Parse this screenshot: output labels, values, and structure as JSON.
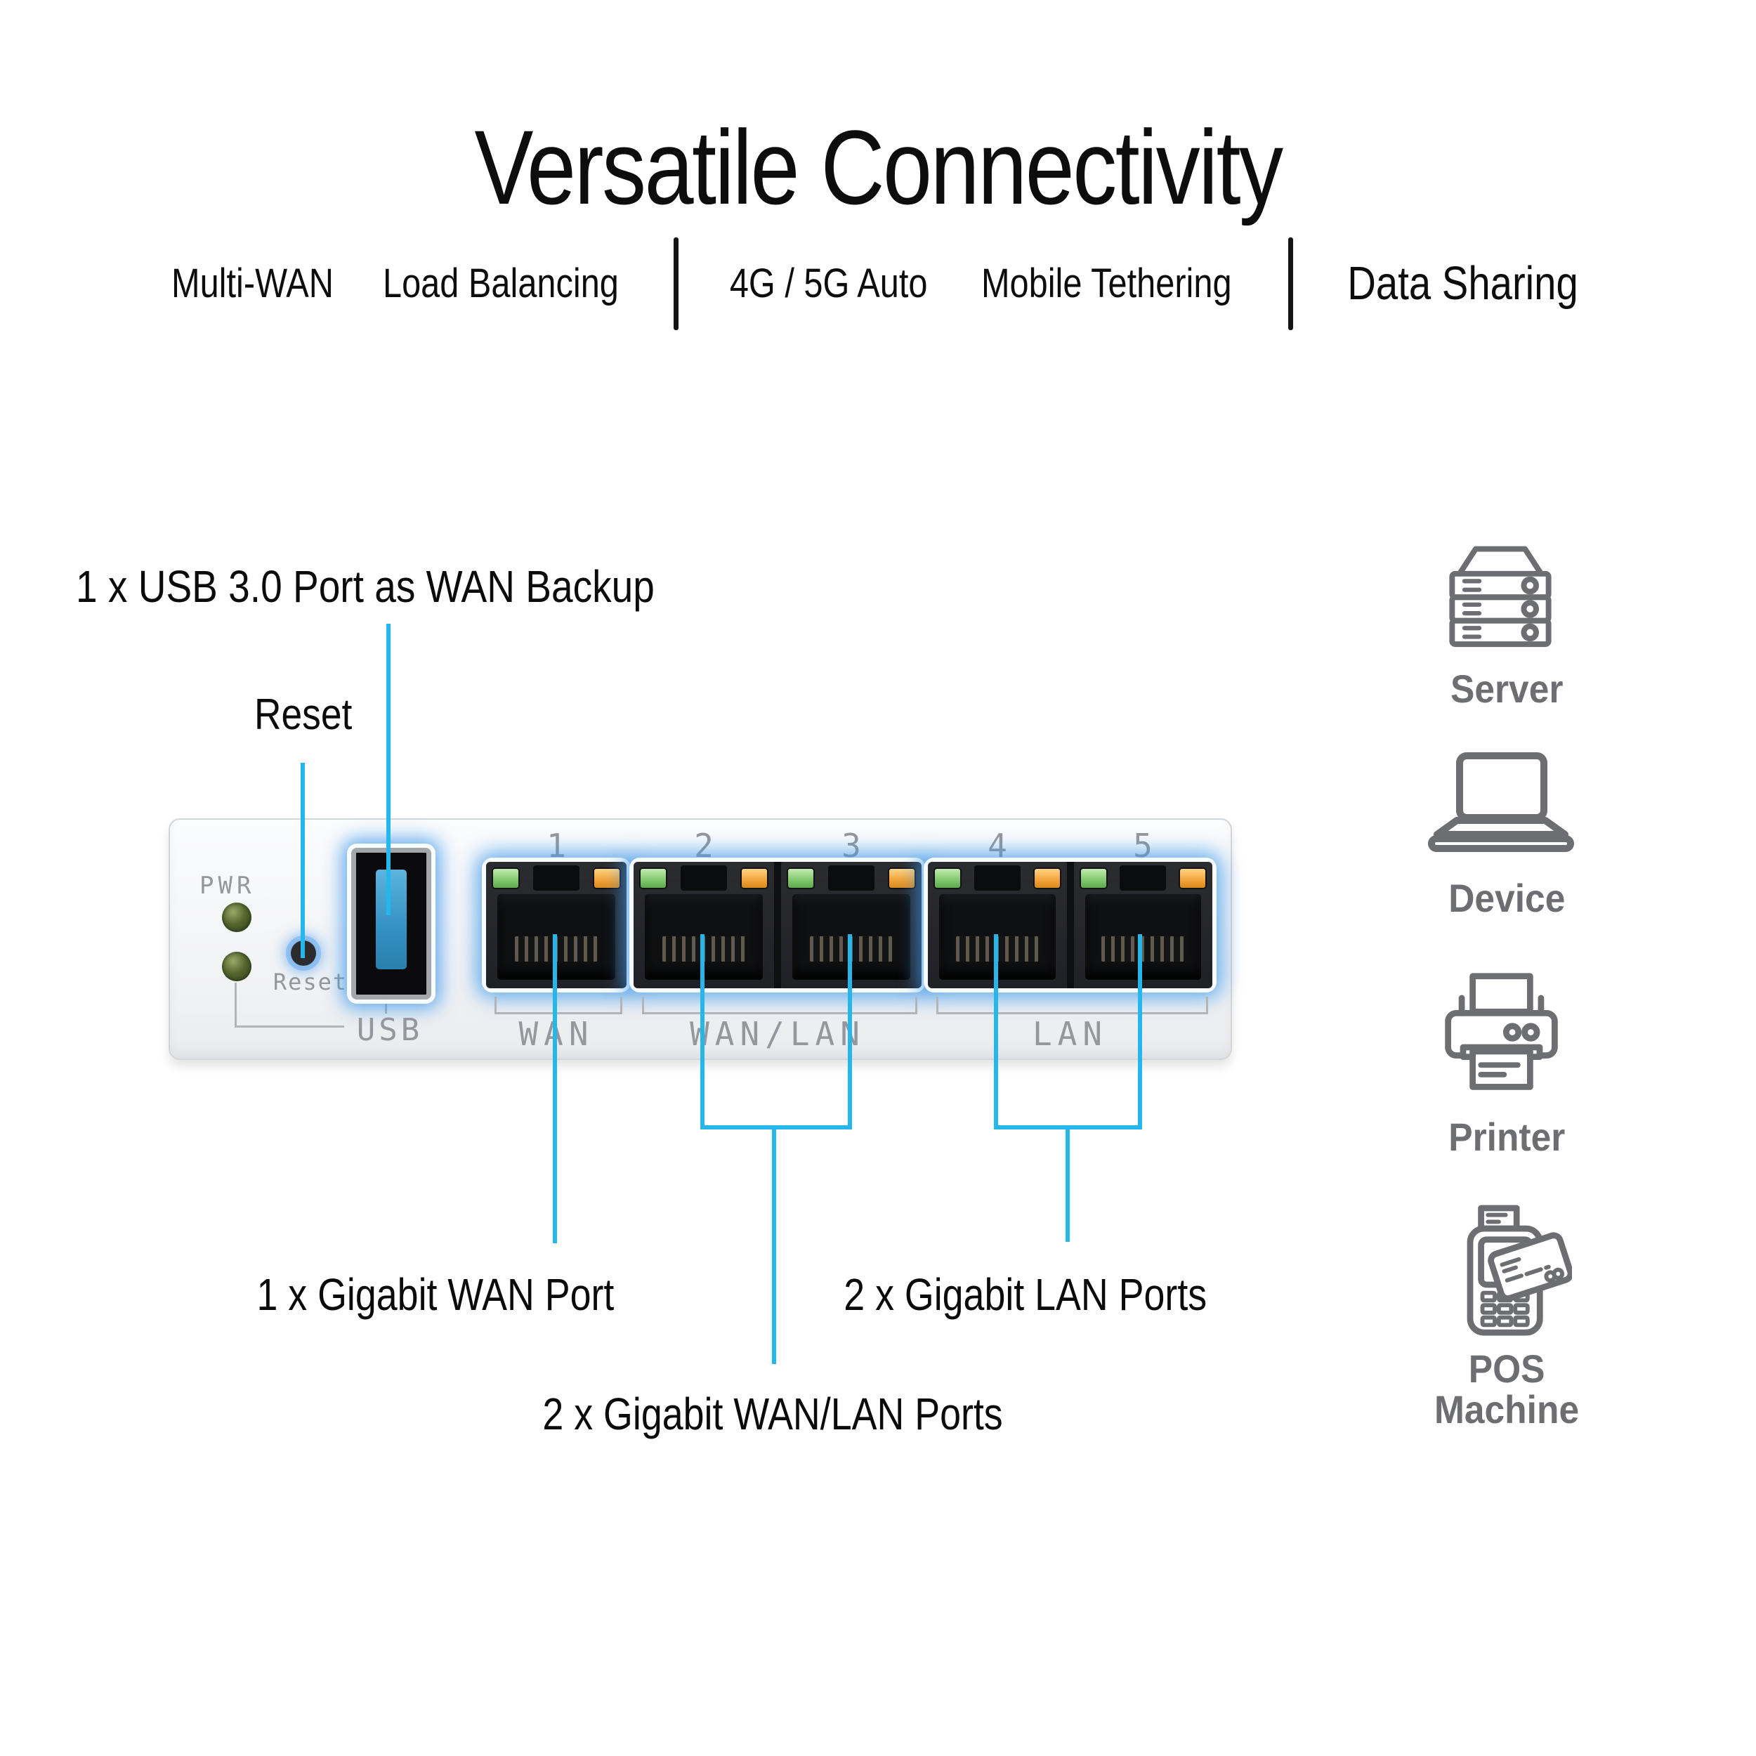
{
  "title": "Versatile Connectivity",
  "features": [
    {
      "line1": "Multi-WAN",
      "line2": "Load Balancing"
    },
    {
      "line1": "4G / 5G Auto",
      "line2": "Mobile Tethering"
    },
    {
      "line1": "Data Sharing"
    }
  ],
  "callouts": {
    "usb": "1 x USB 3.0 Port as WAN Backup",
    "reset": "Reset",
    "wan": "1 x Gigabit WAN Port",
    "wanlan": "2 x Gigabit WAN/LAN Ports",
    "lan": "2 x Gigabit LAN Ports"
  },
  "panel": {
    "pwr_label": "PWR",
    "reset_label": "Reset",
    "usb_label": "USB",
    "port_numbers": [
      "1",
      "2",
      "3",
      "4",
      "5"
    ],
    "group_labels": [
      "WAN",
      "WAN/LAN",
      "LAN"
    ]
  },
  "connected_devices": [
    {
      "label": "Server",
      "icon": "server-icon"
    },
    {
      "label": "Device",
      "icon": "laptop-icon"
    },
    {
      "label": "Printer",
      "icon": "printer-icon"
    },
    {
      "label": "POS",
      "label2": "Machine",
      "icon": "pos-terminal-icon"
    }
  ],
  "colors": {
    "callout_line": "#25b7ec",
    "glow_blue": "#3e98eb",
    "usb_tongue_blue": "#3390c2",
    "led_green": "#84ca70",
    "led_orange": "#f3a63c",
    "pwr_led_green": "#54672e",
    "panel_label_gray": "#94979b",
    "icon_gray": "#6d6e71",
    "text_black": "#0d0d0d"
  }
}
